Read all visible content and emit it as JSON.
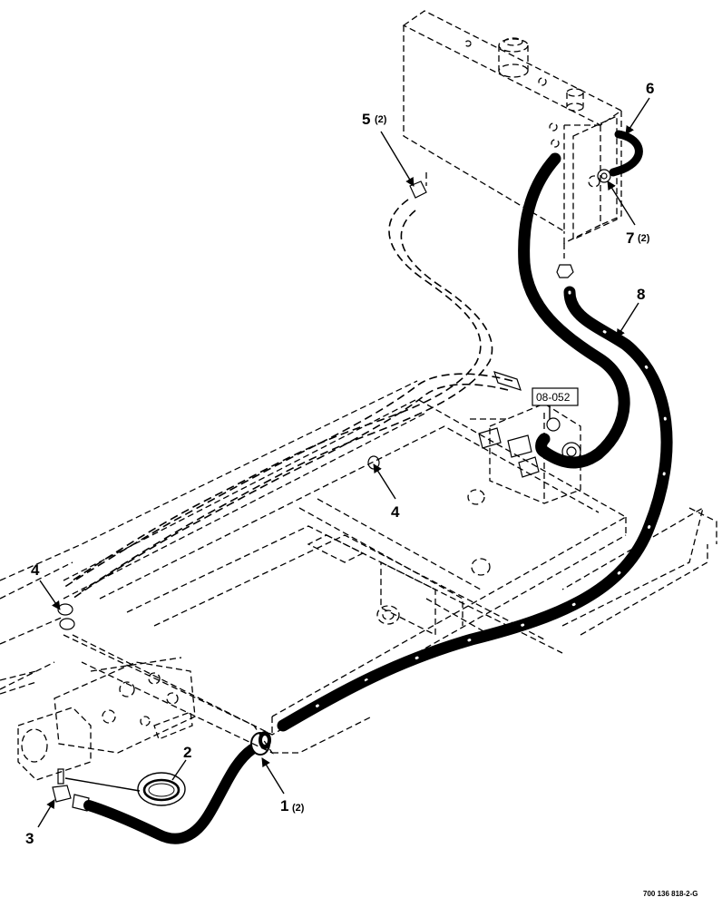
{
  "callouts": [
    {
      "num": "1",
      "qty": "(2)"
    },
    {
      "num": "2",
      "qty": ""
    },
    {
      "num": "3",
      "qty": ""
    },
    {
      "num": "4",
      "qty": ""
    },
    {
      "num": "4",
      "qty": ""
    },
    {
      "num": "5",
      "qty": "(2)"
    },
    {
      "num": "6",
      "qty": ""
    },
    {
      "num": "7",
      "qty": "(2)"
    },
    {
      "num": "8",
      "qty": ""
    }
  ],
  "reference_box": "08-052",
  "drawing_number": "700 136 818-2-G"
}
